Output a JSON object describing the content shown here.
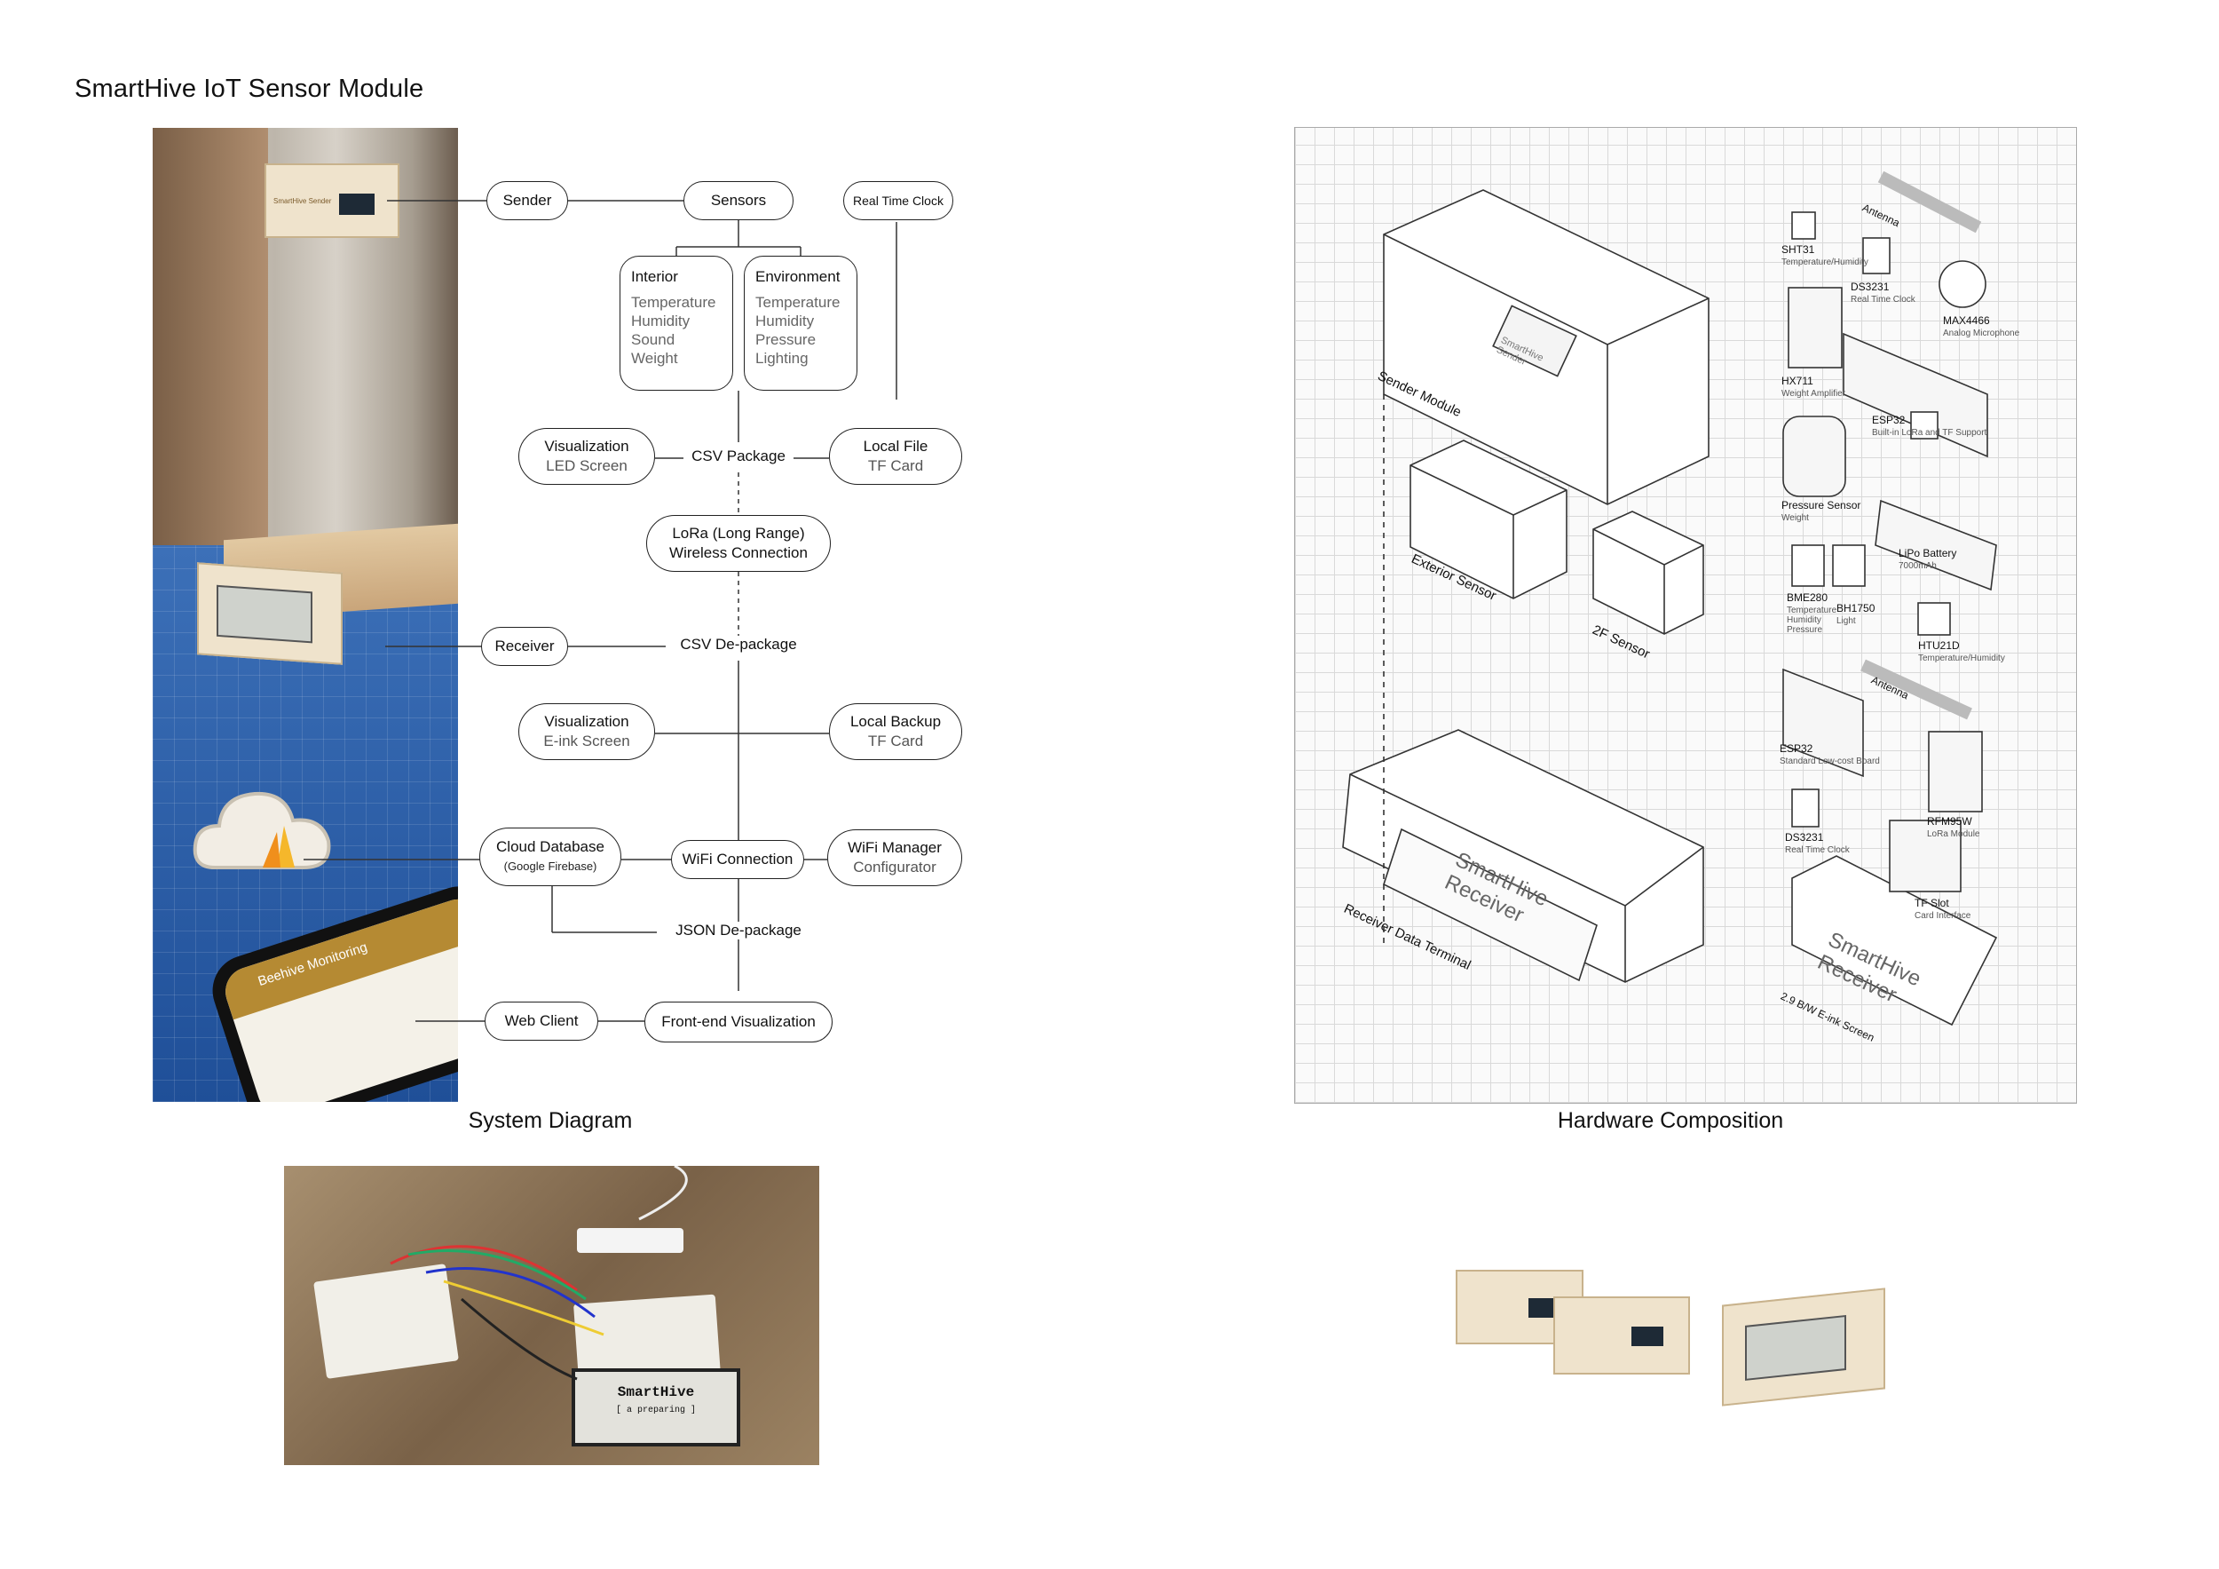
{
  "page": {
    "title": "SmartHive IoT Sensor Module",
    "caption_system": "System Diagram",
    "caption_hardware": "Hardware Composition"
  },
  "system": {
    "sender": "Sender",
    "sensors": "Sensors",
    "rtc": "Real Time Clock",
    "interior": {
      "head": "Interior",
      "items": [
        "Temperature",
        "Humidity",
        "Sound",
        "Weight"
      ]
    },
    "environment": {
      "head": "Environment",
      "items": [
        "Temperature",
        "Humidity",
        "Pressure",
        "Lighting"
      ]
    },
    "viz_led": {
      "title": "Visualization",
      "sub": "LED Screen"
    },
    "csv_package": "CSV Package",
    "local_file": {
      "title": "Local File",
      "sub": "TF Card"
    },
    "lora": {
      "line1": "LoRa (Long Range)",
      "line2": "Wireless Connection"
    },
    "receiver": "Receiver",
    "csv_depackage": "CSV De-package",
    "viz_eink": {
      "title": "Visualization",
      "sub": "E-ink Screen"
    },
    "local_backup": {
      "title": "Local Backup",
      "sub": "TF Card"
    },
    "cloud_db": {
      "title": "Cloud Database",
      "sub": "(Google Firebase)"
    },
    "wifi_connection": "WiFi Connection",
    "wifi_manager": {
      "title": "WiFi Manager",
      "sub": "Configurator"
    },
    "json_depackage": "JSON De-package",
    "web_client": "Web Client",
    "frontend": "Front-end Visualization"
  },
  "photos": {
    "sender_box": "SmartHive Sender",
    "phone_header": "Beehive Monitoring",
    "eink_brand": "SmartHive",
    "eink_status": "[ a preparing ]"
  },
  "hardware": {
    "sender_module": "Sender Module",
    "exterior_sensor": "Exterior Sensor",
    "sensor_2f": "2F Sensor",
    "receiver_terminal": "Receiver Data Terminal",
    "receiver_brand": "SmartHive Receiver",
    "eink_screen": "2.9 B/W E-ink Screen",
    "sender_brand": "SmartHive Sender",
    "parts": [
      {
        "name": "Antenna",
        "desc": ""
      },
      {
        "name": "SHT31",
        "desc": "Temperature/Humidity"
      },
      {
        "name": "DS3231",
        "desc": "Real Time Clock"
      },
      {
        "name": "MAX4466",
        "desc": "Analog Microphone"
      },
      {
        "name": "HX711",
        "desc": "Weight Amplifier"
      },
      {
        "name": "ESP32",
        "desc": "Built-in LoRa and TF Support"
      },
      {
        "name": "Pressure Sensor",
        "desc": "Weight"
      },
      {
        "name": "LiPo Battery",
        "desc": "7000mAh"
      },
      {
        "name": "BME280",
        "desc": "Temperature Humidity Pressure"
      },
      {
        "name": "BH1750",
        "desc": "Light"
      },
      {
        "name": "HTU21D",
        "desc": "Temperature/Humidity"
      },
      {
        "name": "Antenna",
        "desc": ""
      },
      {
        "name": "ESP32",
        "desc": "Standard Low-cost Board"
      },
      {
        "name": "RFM95W",
        "desc": "LoRa Module"
      },
      {
        "name": "DS3231",
        "desc": "Real Time Clock"
      },
      {
        "name": "TF Slot",
        "desc": "Card Interface"
      }
    ]
  }
}
